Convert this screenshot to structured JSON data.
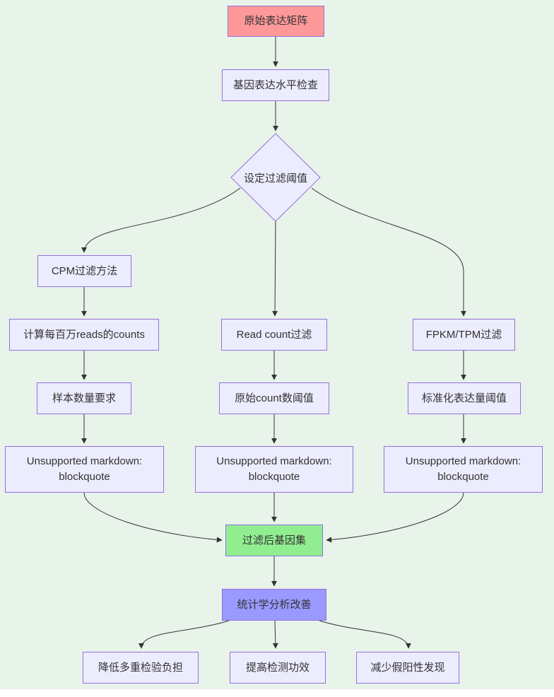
{
  "diagram": {
    "type": "flowchart",
    "colors": {
      "canvas_bg": "#E8F3EA",
      "node_fill": "#ECECFF",
      "node_border": "#9370DB",
      "raw_fill": "#FF9999",
      "filtered_fill": "#90EE90",
      "stats_fill": "#9999FF",
      "edge": "#333333",
      "text": "#333333"
    },
    "nodes": {
      "raw": {
        "label": "原始表达矩阵"
      },
      "check": {
        "label": "基因表达水平检查"
      },
      "threshold_decision": {
        "label": "设定过滤阈值"
      },
      "cpm": {
        "label": "CPM过滤方法"
      },
      "cpm_calc": {
        "label": "计算每百万reads的counts"
      },
      "read_count": {
        "label": "Read count过滤"
      },
      "fpkm": {
        "label": "FPKM/TPM过滤"
      },
      "sample_req": {
        "label": "样本数量要求"
      },
      "raw_count_threshold": {
        "label": "原始count数阈值"
      },
      "norm_threshold": {
        "label": "标准化表达量阈值"
      },
      "unsupported_left": {
        "line1": "Unsupported markdown:",
        "line2": "blockquote"
      },
      "unsupported_mid": {
        "line1": "Unsupported markdown:",
        "line2": "blockquote"
      },
      "unsupported_right": {
        "line1": "Unsupported markdown:",
        "line2": "blockquote"
      },
      "filtered": {
        "label": "过滤后基因集"
      },
      "stats": {
        "label": "统计学分析改善"
      },
      "burden": {
        "label": "降低多重检验负担"
      },
      "power": {
        "label": "提高检测功效"
      },
      "false_positive": {
        "label": "减少假阳性发现"
      }
    }
  }
}
